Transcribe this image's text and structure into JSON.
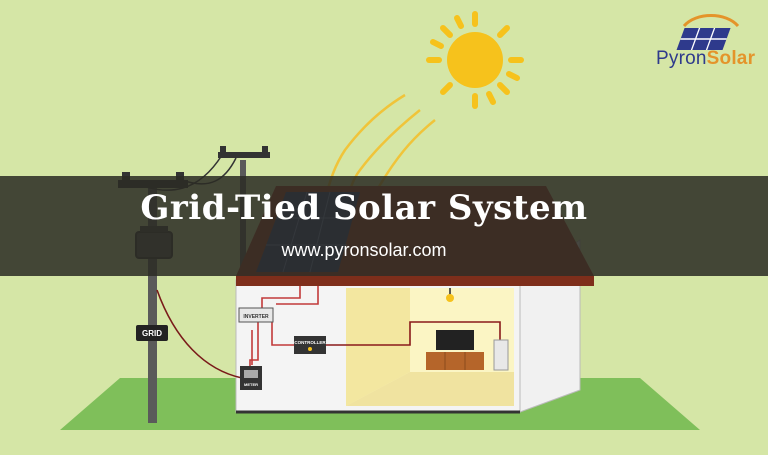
{
  "brand": {
    "part1": "Pyron",
    "part2": "Solar"
  },
  "title": "Grid-Tied Solar System",
  "url": "www.pyronsolar.com",
  "labels": {
    "grid": "GRID",
    "inverter": "INVERTER",
    "controller": "CONTROLLER",
    "meter": "METER"
  },
  "colors": {
    "background": "#d5e6a6",
    "banner": "#2b2b24",
    "sun": "#f6c21c",
    "roof": "#a63e26",
    "lawn": "#7fbf5a",
    "brand_blue": "#2e3a8c",
    "brand_orange": "#e4942a"
  }
}
